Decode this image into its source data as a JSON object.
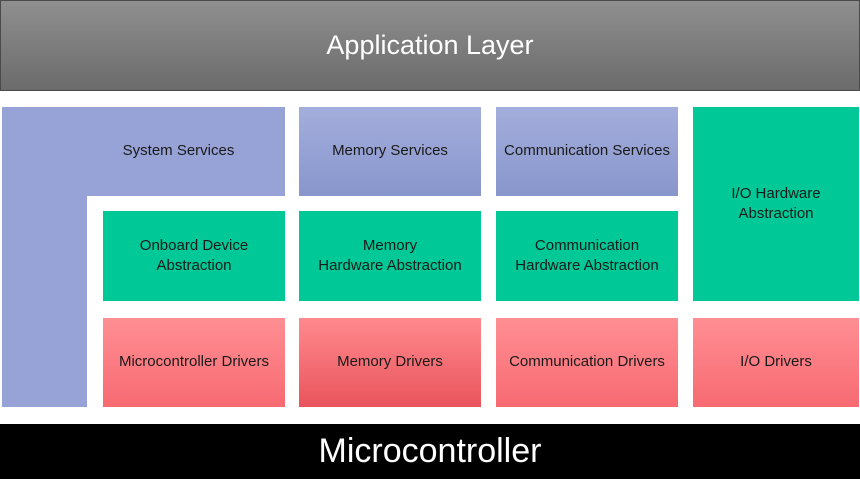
{
  "application_layer": "Application Layer",
  "microcontroller": "Microcontroller",
  "services": {
    "system": "System Services",
    "memory": "Memory Services",
    "communication": "Communication Services"
  },
  "abstraction": {
    "onboard_line1": "Onboard Device",
    "onboard_line2": "Abstraction",
    "memory_line1": "Memory",
    "memory_line2": "Hardware Abstraction",
    "communication_line1": "Communication",
    "communication_line2": "Hardware Abstraction",
    "io_line1": "I/O Hardware",
    "io_line2": "Abstraction"
  },
  "drivers": {
    "microcontroller": "Microcontroller Drivers",
    "memory": "Memory Drivers",
    "communication": "Communication Drivers",
    "io": "I/O Drivers"
  }
}
